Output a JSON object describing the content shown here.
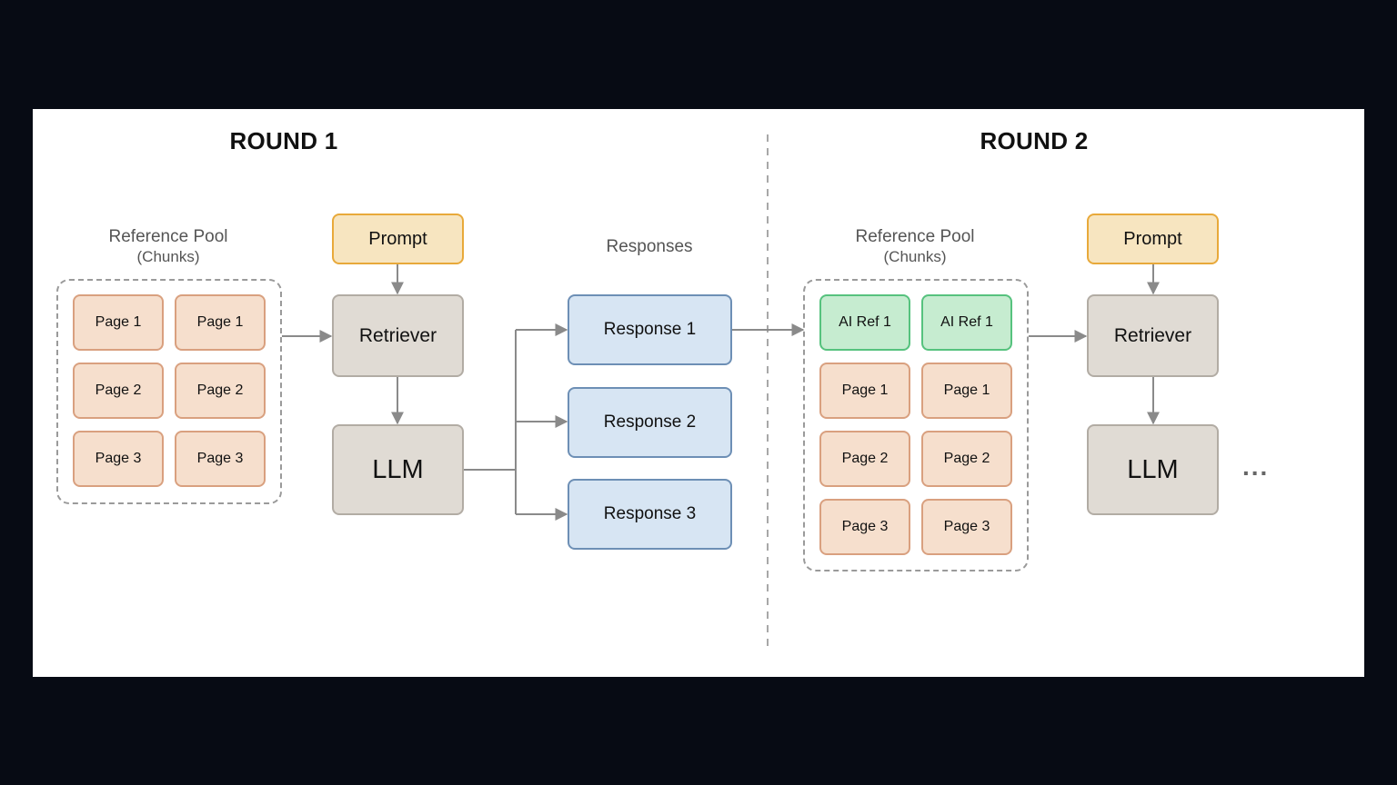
{
  "round1": {
    "title": "ROUND 1",
    "pool_label": "Reference Pool",
    "pool_sublabel": "(Chunks)",
    "pages": [
      "Page 1",
      "Page 1",
      "Page 2",
      "Page 2",
      "Page 3",
      "Page 3"
    ],
    "prompt": "Prompt",
    "retriever": "Retriever",
    "llm": "LLM"
  },
  "responses": {
    "label": "Responses",
    "items": [
      "Response 1",
      "Response 2",
      "Response 3"
    ]
  },
  "round2": {
    "title": "ROUND 2",
    "pool_label": "Reference Pool",
    "pool_sublabel": "(Chunks)",
    "ai_refs": [
      "AI Ref 1",
      "AI Ref 1"
    ],
    "pages": [
      "Page 1",
      "Page 1",
      "Page 2",
      "Page 2",
      "Page 3",
      "Page 3"
    ],
    "prompt": "Prompt",
    "retriever": "Retriever",
    "llm": "LLM",
    "continuation": "..."
  },
  "colors": {
    "background": "#070b14",
    "panel": "#ffffff",
    "page_fill": "#f6dfcd",
    "page_border": "#d9a07f",
    "ai_ref_fill": "#c6ecd0",
    "ai_ref_border": "#56c27e",
    "prompt_fill": "#f7e5c0",
    "prompt_border": "#e8a93a",
    "module_fill": "#e0dbd4",
    "response_fill": "#d7e5f3",
    "response_border": "#6d8fb5",
    "arrow": "#8a8a8a"
  }
}
